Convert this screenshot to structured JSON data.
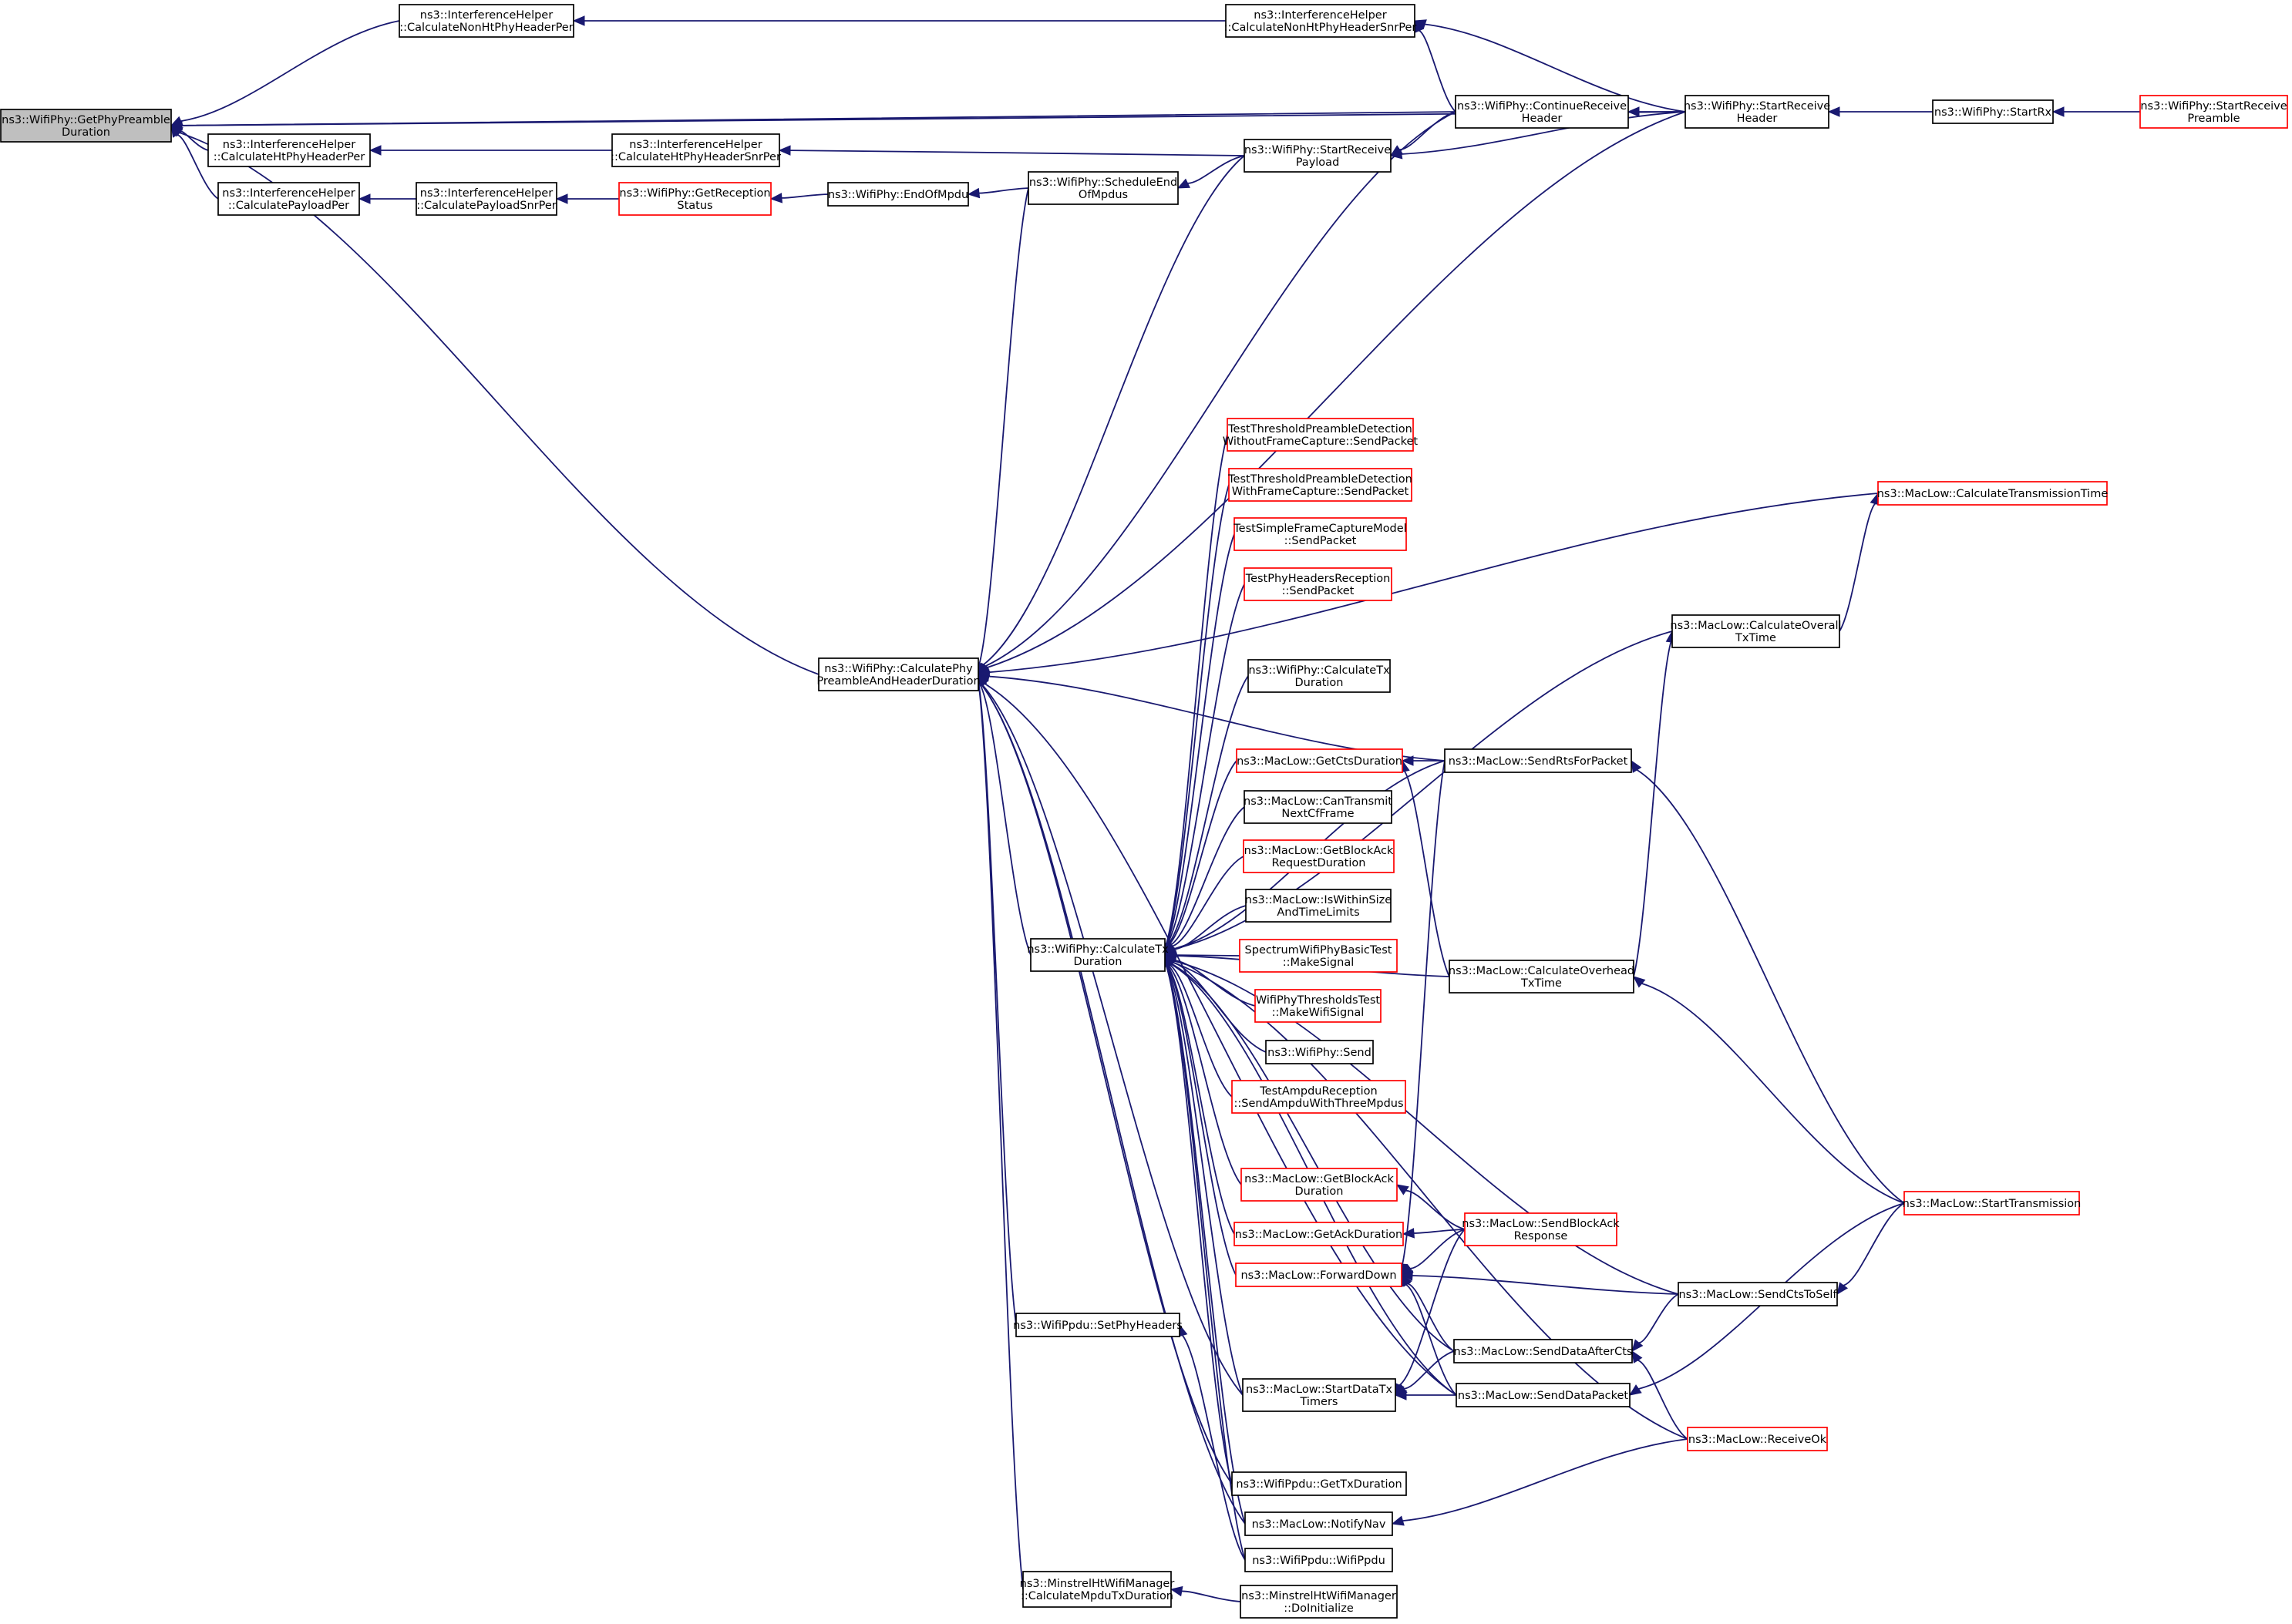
{
  "colors": {
    "edge": "#191970",
    "node_border": "#000000",
    "node_border_truncated": "#ff0000",
    "root_fill": "#bfbfbf",
    "node_fill": "#ffffff"
  },
  "nodes": [
    {
      "id": "n0",
      "lines": [
        "ns3::WifiPhy::GetPhyPreamble",
        "Duration"
      ],
      "style": "root"
    },
    {
      "id": "n1",
      "lines": [
        "ns3::InterferenceHelper",
        "::CalculateNonHtPhyHeaderPer"
      ],
      "style": "normal"
    },
    {
      "id": "n2",
      "lines": [
        "ns3::InterferenceHelper",
        "::CalculateNonHtPhyHeaderSnrPer"
      ],
      "style": "normal"
    },
    {
      "id": "n3",
      "lines": [
        "ns3::WifiPhy::ContinueReceive",
        "Header"
      ],
      "style": "normal"
    },
    {
      "id": "n4",
      "lines": [
        "ns3::WifiPhy::StartReceive",
        "Header"
      ],
      "style": "normal"
    },
    {
      "id": "n5",
      "lines": [
        "ns3::WifiPhy::StartRx"
      ],
      "style": "normal"
    },
    {
      "id": "n6",
      "lines": [
        "ns3::WifiPhy::StartReceive",
        "Preamble"
      ],
      "style": "red"
    },
    {
      "id": "n7",
      "lines": [
        "ns3::InterferenceHelper",
        "::CalculateHtPhyHeaderPer"
      ],
      "style": "normal"
    },
    {
      "id": "n8",
      "lines": [
        "ns3::InterferenceHelper",
        "::CalculateHtPhyHeaderSnrPer"
      ],
      "style": "normal"
    },
    {
      "id": "n9",
      "lines": [
        "ns3::WifiPhy::StartReceive",
        "Payload"
      ],
      "style": "normal"
    },
    {
      "id": "n10",
      "lines": [
        "ns3::InterferenceHelper",
        "::CalculatePayloadPer"
      ],
      "style": "normal"
    },
    {
      "id": "n11",
      "lines": [
        "ns3::InterferenceHelper",
        "::CalculatePayloadSnrPer"
      ],
      "style": "normal"
    },
    {
      "id": "n12",
      "lines": [
        "ns3::WifiPhy::GetReception",
        "Status"
      ],
      "style": "red"
    },
    {
      "id": "n13",
      "lines": [
        "ns3::WifiPhy::EndOfMpdu"
      ],
      "style": "normal"
    },
    {
      "id": "n14",
      "lines": [
        "ns3::WifiPhy::ScheduleEnd",
        "OfMpdus"
      ],
      "style": "normal"
    },
    {
      "id": "n15",
      "lines": [
        "ns3::WifiPhy::CalculatePhy",
        "PreambleAndHeaderDuration"
      ],
      "style": "normal"
    },
    {
      "id": "n16",
      "lines": [
        "ns3::WifiPhy::CalculateTx",
        "Duration"
      ],
      "style": "normal"
    },
    {
      "id": "n17",
      "lines": [
        "TestThresholdPreambleDetection",
        "WithoutFrameCapture::SendPacket"
      ],
      "style": "red"
    },
    {
      "id": "n18",
      "lines": [
        "TestThresholdPreambleDetection",
        "WithFrameCapture::SendPacket"
      ],
      "style": "red"
    },
    {
      "id": "n19",
      "lines": [
        "TestSimpleFrameCaptureModel",
        "::SendPacket"
      ],
      "style": "red"
    },
    {
      "id": "n20",
      "lines": [
        "TestPhyHeadersReception",
        "::SendPacket"
      ],
      "style": "red"
    },
    {
      "id": "n21",
      "lines": [
        "ns3::WifiPhy::CalculateTx",
        "Duration"
      ],
      "style": "normal"
    },
    {
      "id": "n22",
      "lines": [
        "ns3::MacLow::GetCtsDuration"
      ],
      "style": "red"
    },
    {
      "id": "n23",
      "lines": [
        "ns3::MacLow::CanTransmit",
        "NextCfFrame"
      ],
      "style": "normal"
    },
    {
      "id": "n24",
      "lines": [
        "ns3::MacLow::GetBlockAck",
        "RequestDuration"
      ],
      "style": "red"
    },
    {
      "id": "n25",
      "lines": [
        "ns3::MacLow::IsWithinSize",
        "AndTimeLimits"
      ],
      "style": "normal"
    },
    {
      "id": "n26",
      "lines": [
        "SpectrumWifiPhyBasicTest",
        "::MakeSignal"
      ],
      "style": "red"
    },
    {
      "id": "n27",
      "lines": [
        "WifiPhyThresholdsTest",
        "::MakeWifiSignal"
      ],
      "style": "red"
    },
    {
      "id": "n28",
      "lines": [
        "ns3::WifiPhy::Send"
      ],
      "style": "normal"
    },
    {
      "id": "n29",
      "lines": [
        "TestAmpduReception",
        "::SendAmpduWithThreeMpdus"
      ],
      "style": "red"
    },
    {
      "id": "n30",
      "lines": [
        "ns3::MacLow::GetBlockAck",
        "Duration"
      ],
      "style": "red"
    },
    {
      "id": "n31",
      "lines": [
        "ns3::MacLow::GetAckDuration"
      ],
      "style": "red"
    },
    {
      "id": "n32",
      "lines": [
        "ns3::MacLow::ForwardDown"
      ],
      "style": "red"
    },
    {
      "id": "n33",
      "lines": [
        "ns3::MacLow::StartDataTx",
        "Timers"
      ],
      "style": "normal"
    },
    {
      "id": "n34",
      "lines": [
        "ns3::WifiPpdu::GetTxDuration"
      ],
      "style": "normal"
    },
    {
      "id": "n35",
      "lines": [
        "ns3::MacLow::NotifyNav"
      ],
      "style": "normal"
    },
    {
      "id": "n36",
      "lines": [
        "ns3::WifiPpdu::WifiPpdu"
      ],
      "style": "normal"
    },
    {
      "id": "n37",
      "lines": [
        "ns3::WifiPpdu::SetPhyHeaders"
      ],
      "style": "normal"
    },
    {
      "id": "n38",
      "lines": [
        "ns3::MinstrelHtWifiManager",
        "::CalculateMpduTxDuration"
      ],
      "style": "normal"
    },
    {
      "id": "n39",
      "lines": [
        "ns3::MinstrelHtWifiManager",
        "::DoInitialize"
      ],
      "style": "normal"
    },
    {
      "id": "n40",
      "lines": [
        "ns3::MacLow::CalculateTransmissionTime"
      ],
      "style": "red"
    },
    {
      "id": "n41",
      "lines": [
        "ns3::MacLow::CalculateOverall",
        "TxTime"
      ],
      "style": "normal"
    },
    {
      "id": "n42",
      "lines": [
        "ns3::MacLow::SendRtsForPacket"
      ],
      "style": "normal"
    },
    {
      "id": "n43",
      "lines": [
        "ns3::MacLow::CalculateOverhead",
        "TxTime"
      ],
      "style": "normal"
    },
    {
      "id": "n44",
      "lines": [
        "ns3::MacLow::SendBlockAck",
        "Response"
      ],
      "style": "red"
    },
    {
      "id": "n45",
      "lines": [
        "ns3::MacLow::SendCtsToSelf"
      ],
      "style": "normal"
    },
    {
      "id": "n46",
      "lines": [
        "ns3::MacLow::SendDataAfterCts"
      ],
      "style": "normal"
    },
    {
      "id": "n47",
      "lines": [
        "ns3::MacLow::SendDataPacket"
      ],
      "style": "normal"
    },
    {
      "id": "n48",
      "lines": [
        "ns3::MacLow::StartTransmission"
      ],
      "style": "red"
    },
    {
      "id": "n49",
      "lines": [
        "ns3::MacLow::ReceiveOk"
      ],
      "style": "red"
    }
  ],
  "edges": [
    [
      "n1",
      "n0"
    ],
    [
      "n2",
      "n1"
    ],
    [
      "n3",
      "n2"
    ],
    [
      "n4",
      "n2"
    ],
    [
      "n4",
      "n3"
    ],
    [
      "n5",
      "n4"
    ],
    [
      "n6",
      "n5"
    ],
    [
      "n4",
      "n0"
    ],
    [
      "n3",
      "n0"
    ],
    [
      "n7",
      "n0"
    ],
    [
      "n8",
      "n7"
    ],
    [
      "n9",
      "n8"
    ],
    [
      "n3",
      "n9"
    ],
    [
      "n4",
      "n9"
    ],
    [
      "n10",
      "n0"
    ],
    [
      "n11",
      "n10"
    ],
    [
      "n12",
      "n11"
    ],
    [
      "n13",
      "n12"
    ],
    [
      "n14",
      "n13"
    ],
    [
      "n9",
      "n14"
    ],
    [
      "n15",
      "n0"
    ],
    [
      "n3",
      "n15"
    ],
    [
      "n4",
      "n15"
    ],
    [
      "n9",
      "n15"
    ],
    [
      "n14",
      "n15"
    ],
    [
      "n42",
      "n15"
    ],
    [
      "n40",
      "n15"
    ],
    [
      "n16",
      "n15"
    ],
    [
      "n37",
      "n15"
    ],
    [
      "n38",
      "n15"
    ],
    [
      "n35",
      "n15"
    ],
    [
      "n34",
      "n15"
    ],
    [
      "n33",
      "n15"
    ],
    [
      "n47",
      "n15"
    ],
    [
      "n17",
      "n16"
    ],
    [
      "n18",
      "n16"
    ],
    [
      "n19",
      "n16"
    ],
    [
      "n20",
      "n16"
    ],
    [
      "n21",
      "n16"
    ],
    [
      "n22",
      "n16"
    ],
    [
      "n23",
      "n16"
    ],
    [
      "n24",
      "n16"
    ],
    [
      "n25",
      "n16"
    ],
    [
      "n26",
      "n16"
    ],
    [
      "n27",
      "n16"
    ],
    [
      "n28",
      "n16"
    ],
    [
      "n29",
      "n16"
    ],
    [
      "n30",
      "n16"
    ],
    [
      "n31",
      "n16"
    ],
    [
      "n32",
      "n16"
    ],
    [
      "n33",
      "n16"
    ],
    [
      "n34",
      "n16"
    ],
    [
      "n35",
      "n16"
    ],
    [
      "n36",
      "n16"
    ],
    [
      "n41",
      "n16"
    ],
    [
      "n42",
      "n16"
    ],
    [
      "n43",
      "n16"
    ],
    [
      "n45",
      "n16"
    ],
    [
      "n46",
      "n16"
    ],
    [
      "n47",
      "n16"
    ],
    [
      "n49",
      "n16"
    ],
    [
      "n42",
      "n22"
    ],
    [
      "n43",
      "n22"
    ],
    [
      "n44",
      "n30"
    ],
    [
      "n44",
      "n31"
    ],
    [
      "n42",
      "n32"
    ],
    [
      "n44",
      "n32"
    ],
    [
      "n45",
      "n32"
    ],
    [
      "n46",
      "n32"
    ],
    [
      "n47",
      "n32"
    ],
    [
      "n44",
      "n33"
    ],
    [
      "n46",
      "n33"
    ],
    [
      "n47",
      "n33"
    ],
    [
      "n49",
      "n35"
    ],
    [
      "n36",
      "n37"
    ],
    [
      "n39",
      "n38"
    ],
    [
      "n41",
      "n40"
    ],
    [
      "n43",
      "n41"
    ],
    [
      "n48",
      "n42"
    ],
    [
      "n48",
      "n43"
    ],
    [
      "n48",
      "n45"
    ],
    [
      "n45",
      "n46"
    ],
    [
      "n49",
      "n46"
    ],
    [
      "n48",
      "n47"
    ]
  ]
}
